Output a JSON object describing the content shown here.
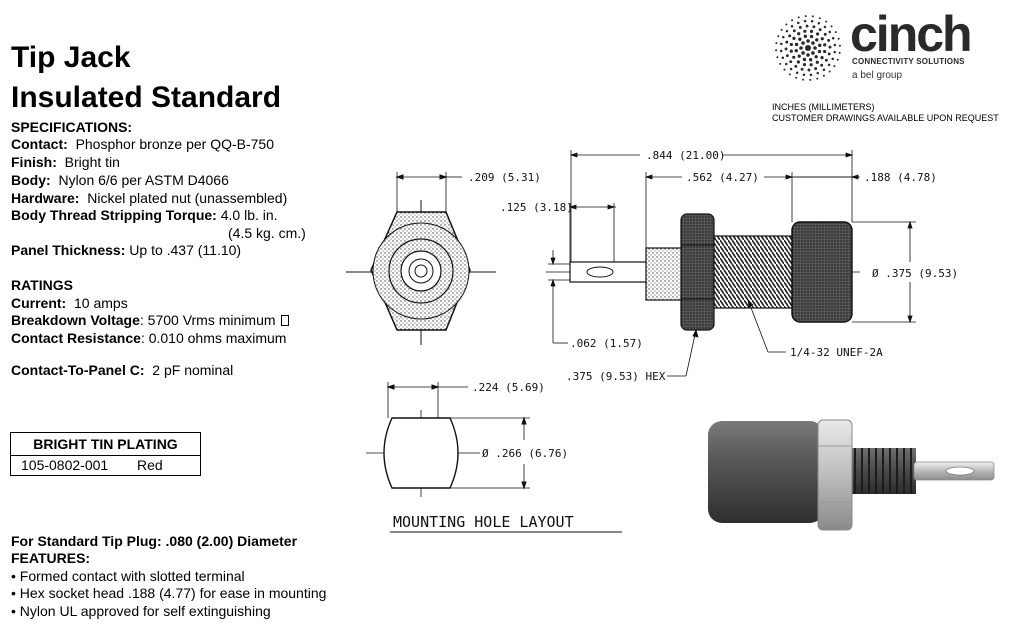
{
  "title": {
    "line1": "Tip Jack",
    "line2": "Insulated Standard"
  },
  "specifications": {
    "heading": "SPECIFICATIONS:",
    "contact_label": "Contact:",
    "contact_value": "Phosphor bronze per QQ-B-750",
    "finish_label": "Finish:",
    "finish_value": "Bright tin",
    "body_label": "Body:",
    "body_value": "Nylon 6/6 per ASTM  D4066",
    "hardware_label": "Hardware:",
    "hardware_value": "Nickel plated nut (unassembled)",
    "torque_label": "Body Thread Stripping Torque:",
    "torque_value": "4.0 lb. in.",
    "torque_value2": "(4.5 kg. cm.)",
    "panel_label": "Panel Thickness:",
    "panel_value": "Up to .437 (11.10)"
  },
  "ratings": {
    "heading": "RATINGS",
    "current_label": "Current:",
    "current_value": "10 amps",
    "breakdown_label": "Breakdown Voltage",
    "breakdown_value": ":  5700  Vrms minimum ",
    "resistance_label": "Contact Resistance",
    "resistance_value": ": 0.010 ohms maximum",
    "capacitance_label": "Contact-To-Panel C:",
    "capacitance_value": "2 pF nominal"
  },
  "plating_table": {
    "header": "BRIGHT TIN PLATING",
    "rows": [
      {
        "part": "105-0802-001",
        "color": "Red"
      }
    ]
  },
  "features": {
    "tip_plug": "For Standard Tip Plug: .080 (2.00) Diameter",
    "heading": "FEATURES:",
    "items": [
      "• Formed contact with slotted terminal",
      "• Hex socket head .188 (4.77) for ease in mounting",
      "• Nylon UL approved for self extinguishing"
    ]
  },
  "logo": {
    "name": "cinch",
    "subtitle": "CONNECTIVITY SOLUTIONS",
    "group": "a bel group"
  },
  "units_note": {
    "line1": "INCHES (MILLIMETERS)",
    "line2": "CUSTOMER DRAWINGS AVAILABLE UPON REQUEST"
  },
  "dimensions": {
    "d209": ".209 (5.31)",
    "d844": ".844 (21.00)",
    "d562": ".562 (4.27)",
    "d188": ".188 (4.78)",
    "d125": ".125 (3.18)",
    "d375dia": "Ø .375 (9.53)",
    "d062": ".062 (1.57)",
    "d375hex": ".375 (9.53) HEX",
    "thread": "1/4-32 UNEF-2A",
    "d224": ".224 (5.69)",
    "d266": "Ø .266 (6.76)",
    "layout_label": "MOUNTING HOLE LAYOUT"
  }
}
